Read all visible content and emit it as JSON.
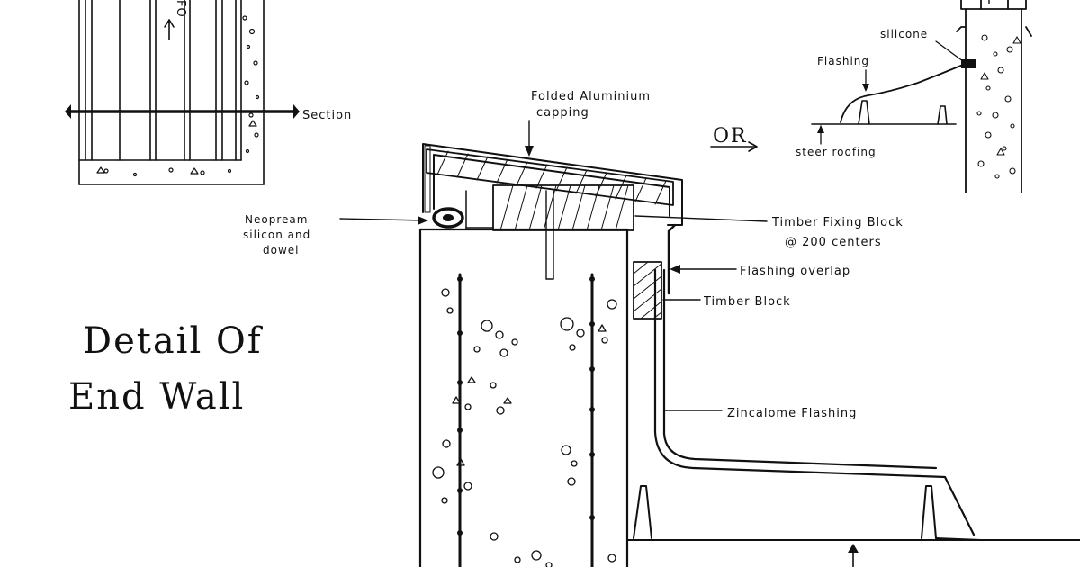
{
  "drawing": {
    "title_line1": "Detail Of",
    "title_line2": "End Wall",
    "main_labels": {
      "capping_line1": "Folded Aluminium",
      "capping_line2": "capping",
      "neopream_line1": "Neopream",
      "neopream_line2": "silicon and",
      "neopream_line3": "dowel",
      "timber_fixing_line1": "Timber Fixing Block",
      "timber_fixing_line2": "@ 200 centers",
      "flashing_overlap": "Flashing overlap",
      "timber_block": "Timber Block",
      "zincalome": "Zincalome Flashing"
    },
    "inset_labels": {
      "or": "OR",
      "silicone": "silicone",
      "flashing": "Flashing",
      "steer_roofing": "steer roofing"
    },
    "plan_labels": {
      "section": "Section",
      "fo": "FO"
    }
  }
}
